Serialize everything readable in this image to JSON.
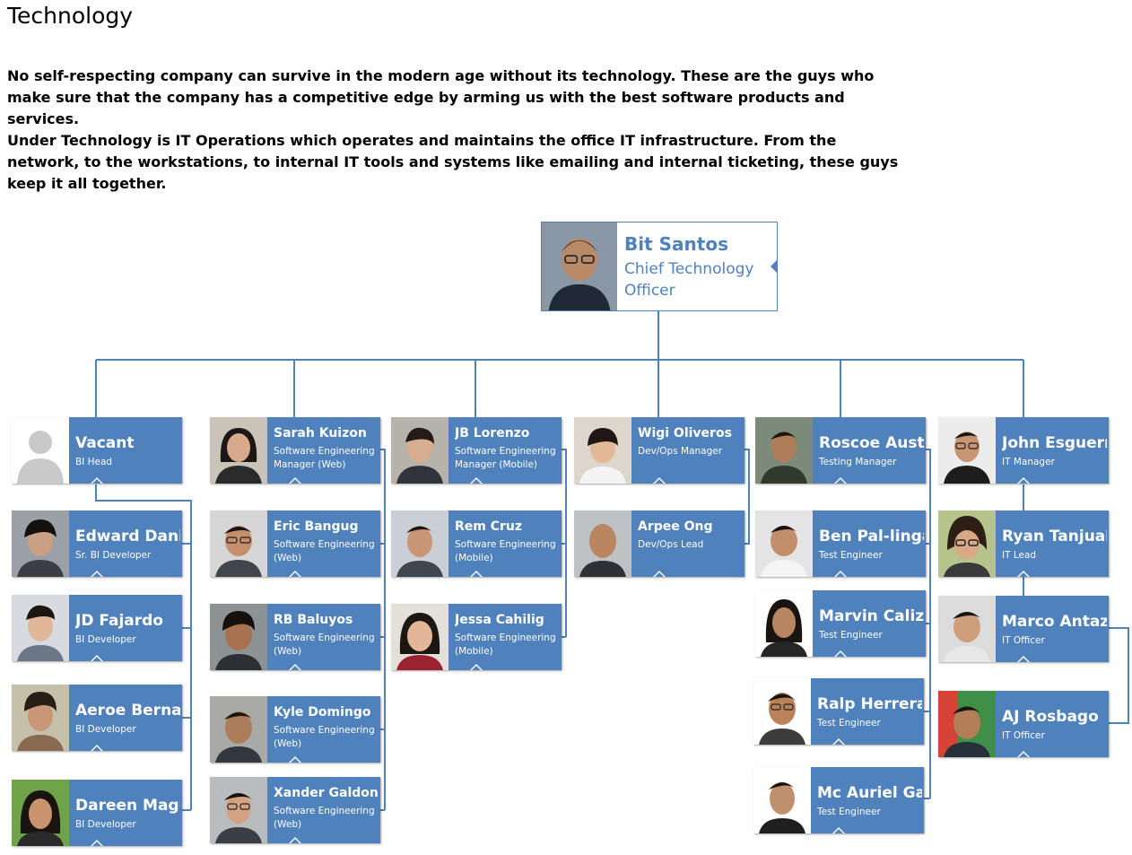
{
  "title": "Technology",
  "paragraphs": [
    "No self-respecting company can survive in the modern age without its technology. These are the guys who make sure that the company has a competitive edge by arming us with the best software products and services.",
    "Under Technology is IT Operations which operates and maintains the office IT infrastructure. From the network, to the workstations, to internal IT tools and systems like emailing and internal ticketing, these guys keep it all together."
  ],
  "colors": {
    "box": "#4f81bd",
    "line": "#4f81bd",
    "text_on_box": "#ffffff"
  },
  "chart": {
    "ceo": {
      "name": "Bit Santos",
      "role": "Chief Technology Officer"
    },
    "heads": [
      {
        "name": "Vacant",
        "role": "BI Head"
      },
      {
        "name": "Sarah Kuizon",
        "role": "Software Engineering Manager (Web)"
      },
      {
        "name": "JB Lorenzo",
        "role": "Software Engineering Manager (Mobile)"
      },
      {
        "name": "Wigi Oliveros",
        "role": "Dev/Ops Manager"
      },
      {
        "name": "Roscoe Austria",
        "role": "Testing Manager"
      },
      {
        "name": "John Esguerra",
        "role": "IT Manager"
      }
    ],
    "teams": [
      [
        {
          "name": "Edward Daniel II",
          "role": "Sr. BI Developer"
        },
        {
          "name": "JD Fajardo",
          "role": "BI Developer"
        },
        {
          "name": "Aeroe Bernardo",
          "role": "BI Developer"
        },
        {
          "name": "Dareen Maguad",
          "role": "BI Developer"
        }
      ],
      [
        {
          "name": "Eric Bangug",
          "role": "Software Engineering (Web)"
        },
        {
          "name": "RB Baluyos",
          "role": "Software Engineering (Web)"
        },
        {
          "name": "Kyle Domingo",
          "role": "Software Engineering (Web)"
        },
        {
          "name": "Xander Galdones",
          "role": "Software Engineering (Web)"
        }
      ],
      [
        {
          "name": "Rem Cruz",
          "role": "Software Engineering (Mobile)"
        },
        {
          "name": "Jessa Cahilig",
          "role": "Software Engineering (Mobile)"
        }
      ],
      [
        {
          "name": "Arpee Ong",
          "role": "Dev/Ops Lead"
        }
      ],
      [
        {
          "name": "Ben Pal-lingayan",
          "role": "Test Engineer"
        },
        {
          "name": "Marvin Calizo",
          "role": "Test Engineer"
        },
        {
          "name": "Ralp Herrera",
          "role": "Test Engineer"
        },
        {
          "name": "Mc Auriel Gagan",
          "role": "Test Engineer"
        }
      ],
      [
        {
          "name": "Ryan Tanjuakio",
          "role": "IT Lead"
        },
        {
          "name": "Marco Antazo",
          "role": "IT Officer"
        },
        {
          "name": "AJ Rosbago",
          "role": "IT Officer"
        }
      ]
    ]
  }
}
